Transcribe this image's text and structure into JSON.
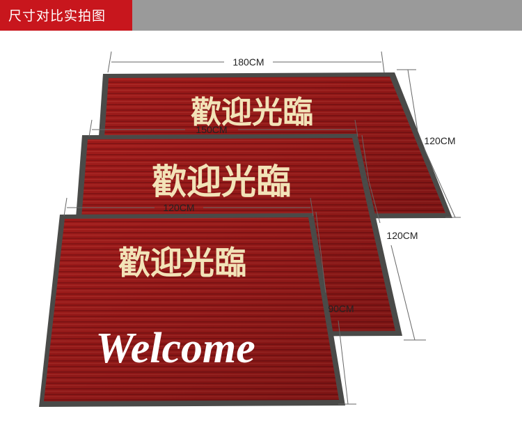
{
  "header": {
    "title": "尺寸对比实拍图"
  },
  "colors": {
    "header_accent": "#c8161d",
    "header_gray": "#9a9a9a",
    "mat_red": "#a91d1c",
    "mat_edge": "#4a4a48",
    "mat_text": "#f2e3b8"
  },
  "mats": [
    {
      "id": "large",
      "width_label": "180CM",
      "height_label": "120CM",
      "text": "歡迎光臨"
    },
    {
      "id": "medium",
      "width_label": "150CM",
      "height_label": "120CM",
      "text": "歡迎光臨"
    },
    {
      "id": "small",
      "width_label": "120CM",
      "height_label": "90CM",
      "text": "歡迎光臨",
      "extra_text": "Welcome"
    }
  ]
}
